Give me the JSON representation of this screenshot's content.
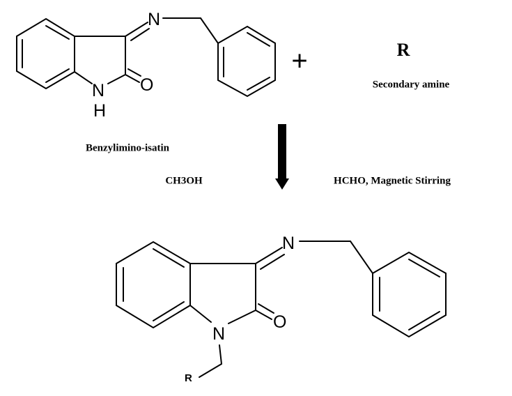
{
  "reactant1": {
    "name": "Benzylimino-isatin",
    "atoms": {
      "n_imine": "N",
      "n_ring": "N",
      "h": "H",
      "o": "O"
    }
  },
  "plus": "+",
  "reactant2": {
    "symbol": "R",
    "name": "Secondary amine"
  },
  "conditions": {
    "solvent": "CH3OH",
    "reagents": "HCHO, Magnetic Stirring"
  },
  "product": {
    "atoms": {
      "n_imine": "N",
      "n_ring": "N",
      "o": "O",
      "r": "R"
    }
  }
}
